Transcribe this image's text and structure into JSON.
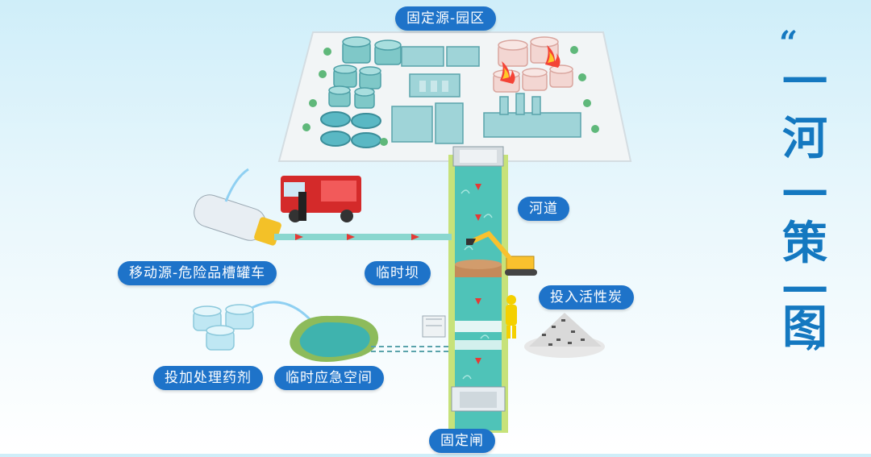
{
  "labels": {
    "fixed_source_park": "固定源-园区",
    "river_channel": "河道",
    "mobile_source": "移动源-危险品槽罐车",
    "temporary_dam": "临时坝",
    "activated_carbon": "投入活性炭",
    "add_agent": "投加处理药剂",
    "temporary_space": "临时应急空间",
    "fixed_gate": "固定闸"
  },
  "title": {
    "open_quote": "“",
    "chars": [
      "一",
      "河",
      "一",
      "策",
      "一",
      "图"
    ],
    "close_quote": "”"
  },
  "colors": {
    "pill_bg": "#1e73c9",
    "title_text": "#1478c0",
    "river_water": "#4fc3b8",
    "fire": "#e53935"
  }
}
